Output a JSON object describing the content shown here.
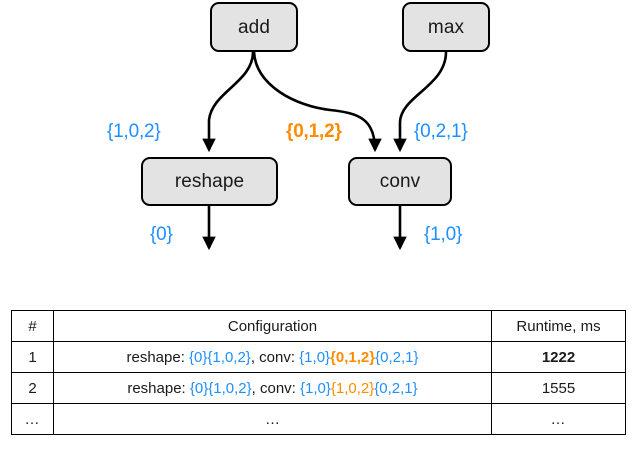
{
  "figure": {
    "graph": {
      "nodes": [
        {
          "id": "add",
          "label": "add"
        },
        {
          "id": "max",
          "label": "max"
        },
        {
          "id": "reshape",
          "label": "reshape"
        },
        {
          "id": "conv",
          "label": "conv"
        }
      ],
      "edge_labels": [
        {
          "id": "add-to-reshape",
          "text": "{1,0,2}",
          "color": "#1e90ff",
          "emphasis": "normal"
        },
        {
          "id": "add-to-conv",
          "text": "{0,1,2}",
          "color": "#ff8c00",
          "emphasis": "bold"
        },
        {
          "id": "max-to-conv",
          "text": "{0,2,1}",
          "color": "#1e90ff",
          "emphasis": "normal"
        },
        {
          "id": "reshape-output",
          "text": "{0}",
          "color": "#1e90ff",
          "emphasis": "normal"
        },
        {
          "id": "conv-output",
          "text": "{1,0}",
          "color": "#1e90ff",
          "emphasis": "normal"
        }
      ]
    },
    "table": {
      "headers": {
        "number": "#",
        "configuration": "Configuration",
        "runtime": "Runtime, ms"
      },
      "rows": [
        {
          "number": "1",
          "config_parts": [
            {
              "text": "reshape: ",
              "color": "#1a1a1a",
              "bold": false
            },
            {
              "text": "{0}",
              "color": "#1e90ff",
              "bold": false
            },
            {
              "text": "{1,0,2}",
              "color": "#1e90ff",
              "bold": false
            },
            {
              "text": ", conv: ",
              "color": "#1a1a1a",
              "bold": false
            },
            {
              "text": "{1,0}",
              "color": "#1e90ff",
              "bold": false
            },
            {
              "text": "{0,1,2}",
              "color": "#ff8c00",
              "bold": true
            },
            {
              "text": "{0,2,1}",
              "color": "#1e90ff",
              "bold": false
            }
          ],
          "config_plain": "reshape: {0}{1,0,2}, conv: {1,0}{0,1,2}{0,2,1}",
          "runtime": "1222",
          "runtime_bold": true
        },
        {
          "number": "2",
          "config_parts": [
            {
              "text": "reshape: ",
              "color": "#1a1a1a",
              "bold": false
            },
            {
              "text": "{0}",
              "color": "#1e90ff",
              "bold": false
            },
            {
              "text": "{1,0,2}",
              "color": "#1e90ff",
              "bold": false
            },
            {
              "text": ", conv: ",
              "color": "#1a1a1a",
              "bold": false
            },
            {
              "text": "{1,0}",
              "color": "#1e90ff",
              "bold": false
            },
            {
              "text": "{1,0,2}",
              "color": "#ff8c00",
              "bold": false
            },
            {
              "text": "{0,2,1}",
              "color": "#1e90ff",
              "bold": false
            }
          ],
          "config_plain": "reshape: {0}{1,0,2}, conv: {1,0}{1,0,2}{0,2,1}",
          "runtime": "1555",
          "runtime_bold": false
        },
        {
          "number": "…",
          "config_parts": [
            {
              "text": "…",
              "color": "#1a1a1a",
              "bold": false
            }
          ],
          "config_plain": "…",
          "runtime": "…",
          "runtime_bold": false
        }
      ]
    }
  }
}
